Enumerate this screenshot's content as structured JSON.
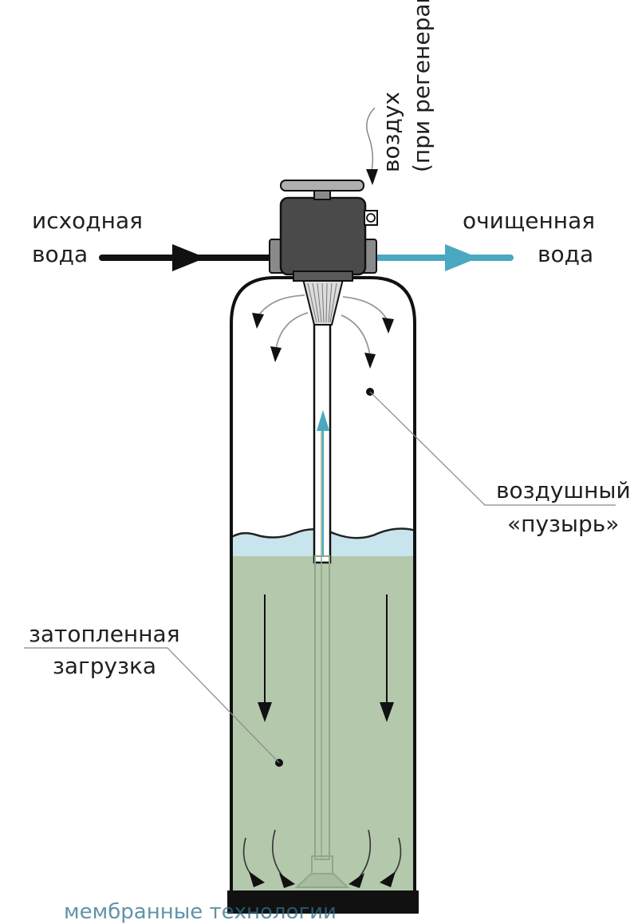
{
  "labels": {
    "inlet_line1": "исходная",
    "inlet_line2": "вода",
    "outlet_line1": "очищенная",
    "outlet_line2": "вода",
    "air_line1": "воздух",
    "air_line2": "(при регенерац",
    "bubble_line1": "воздушный",
    "bubble_line2": "«пузырь»",
    "media_line1": "затопленная",
    "media_line2": "загрузка"
  },
  "watermark": "мембранные технологии",
  "colors": {
    "inlet_pipe": "#111111",
    "outlet_pipe": "#4aa8c0",
    "water_layer": "#c8e4ec",
    "media_fill": "#b4c8ac",
    "valve_body": "#4a4a4a",
    "valve_side": "#8a8a8a",
    "handle": "#b0b0b0",
    "tank_outline": "#111111",
    "base": "#111111",
    "watermark": "#2f6f8c"
  }
}
